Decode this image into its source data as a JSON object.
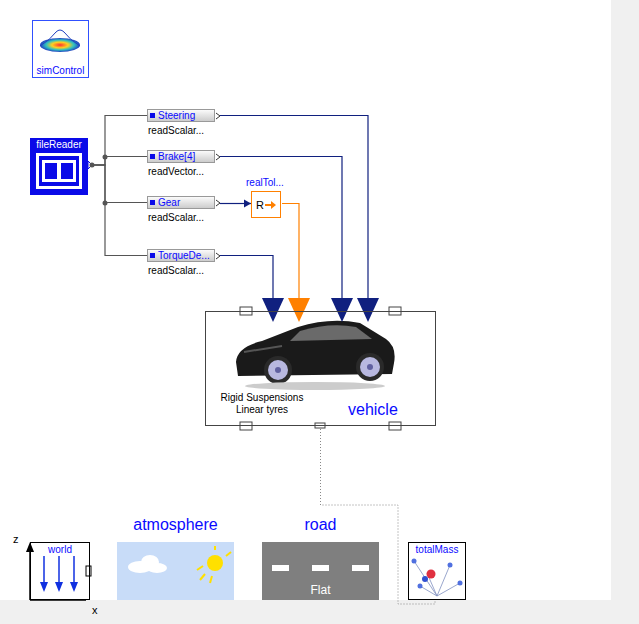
{
  "diagram": {
    "nodes": [
      {
        "text": [
          "simControl"
        ]
      },
      {
        "text": [
          "fileReader"
        ]
      },
      {
        "text": [
          "Steering",
          "readScalar..."
        ]
      },
      {
        "text": [
          "Brake[4]",
          "readVector..."
        ]
      },
      {
        "text": [
          "Gear",
          "readScalar..."
        ]
      },
      {
        "text": [
          "realTol...",
          "R"
        ]
      },
      {
        "text": [
          "TorqueDe...",
          "readScalar..."
        ]
      },
      {
        "text": [
          "Rigid Suspensions Linear tyres",
          "vehicle"
        ]
      },
      {
        "text": [
          "world"
        ]
      },
      {
        "text": [
          "atmosphere"
        ]
      },
      {
        "text": [
          "road",
          "Flat"
        ]
      },
      {
        "text": [
          "totalMass"
        ]
      }
    ],
    "edges": [
      {
        "from": 1,
        "to": 2,
        "arrow": "none"
      },
      {
        "from": 1,
        "to": 3,
        "arrow": "none"
      },
      {
        "from": 1,
        "to": 4,
        "arrow": "none"
      },
      {
        "from": 1,
        "to": 6,
        "arrow": "none"
      },
      {
        "from": 2,
        "to": 7,
        "arrow": "to"
      },
      {
        "from": 3,
        "to": 7,
        "arrow": "to"
      },
      {
        "from": 4,
        "to": 5,
        "arrow": "to"
      },
      {
        "from": 5,
        "to": 7,
        "arrow": "to"
      },
      {
        "from": 6,
        "to": 7,
        "arrow": "to"
      },
      {
        "from": 7,
        "to": 11,
        "arrow": "none"
      }
    ],
    "labels": [
      "z",
      "x"
    ]
  }
}
